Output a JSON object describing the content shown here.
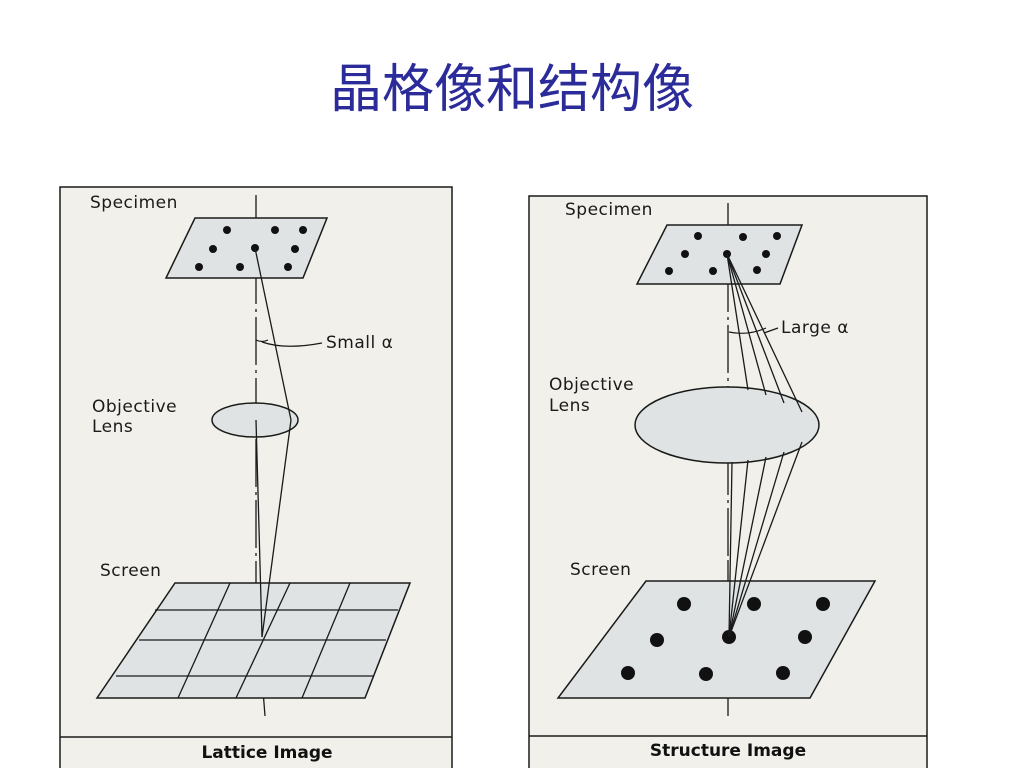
{
  "slide": {
    "title": "晶格像和结构像"
  },
  "left_panel": {
    "specimen_label": "Specimen",
    "aperture_label": "Small α",
    "lens_label_line1": "Objective",
    "lens_label_line2": "Lens",
    "screen_label": "Screen",
    "caption": "Lattice Image"
  },
  "right_panel": {
    "specimen_label": "Specimen",
    "aperture_label": "Large α",
    "lens_label_line1": "Objective",
    "lens_label_line2": "Lens",
    "screen_label": "Screen",
    "caption": "Structure Image"
  },
  "colors": {
    "title": "#2b2b9a",
    "panel_fill": "#f1f0ea",
    "shape_fill": "#dfe3e3",
    "ink": "#1a1a1a"
  }
}
